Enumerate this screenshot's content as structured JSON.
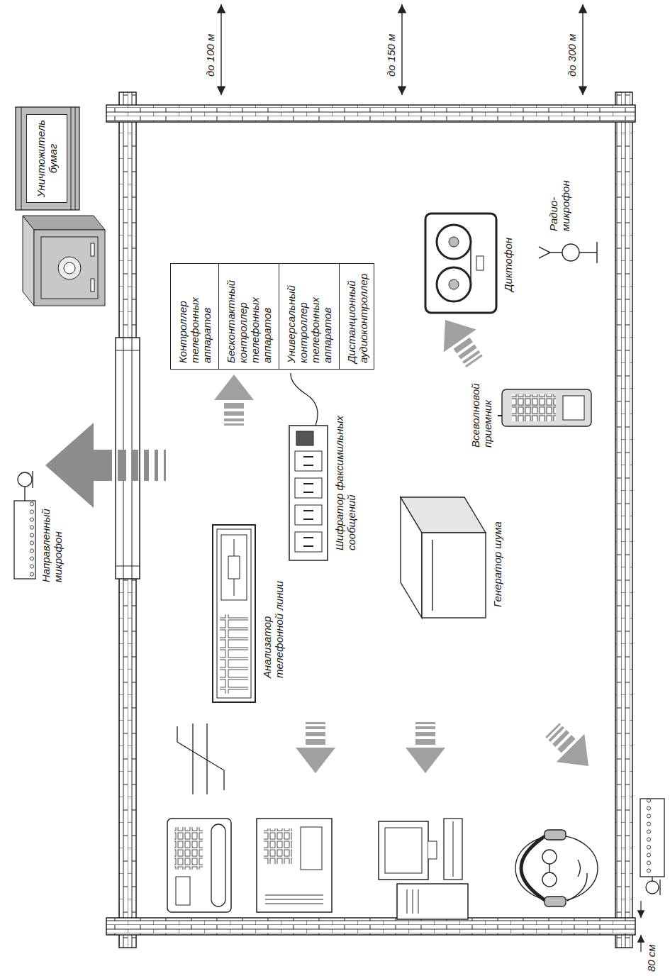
{
  "diagram": {
    "nodes": [
      {
        "text": [
          "Уничтожитель бумаг"
        ]
      },
      {
        "text": [
          "Контроллер телефонных аппаратов",
          "Бесконтактный контроллер телефонных аппаратов",
          "Универсальный контроллер телефонных аппаратов",
          "Дистанционный аудиоконтроллер"
        ]
      }
    ],
    "labels": [
      "до 100 м",
      "до 150 м",
      "до 300 м",
      "Направленный микрофон",
      "Анализатор телефонной линии",
      "Шифратор факсимильных сообщений",
      "Генератор шума",
      "Всеволновой приемник",
      "Диктофон",
      "Радио- микрофон",
      "80 см"
    ]
  }
}
